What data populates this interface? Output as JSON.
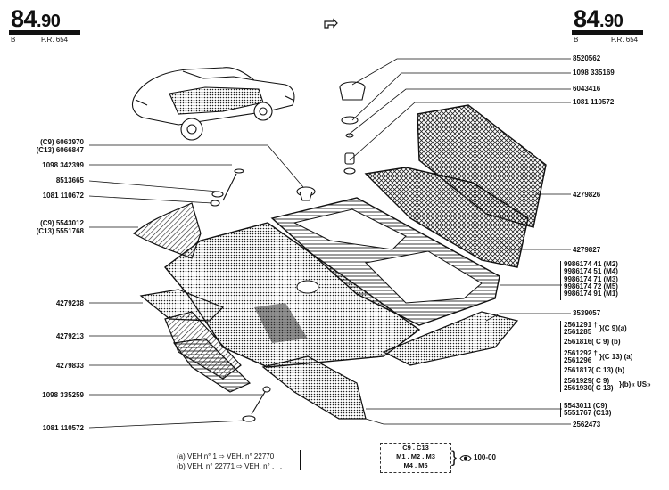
{
  "header": {
    "left": {
      "page_main": "84",
      "page_sub": "90",
      "letter": "B",
      "pr": "P.R. 654"
    },
    "right": {
      "page_main": "84",
      "page_sub": "90",
      "letter": "B",
      "pr": "P.R. 654"
    }
  },
  "pointer_icon": "hand-pointer-icon",
  "right_refs": {
    "r1": "8520562",
    "r2": "1098  335169",
    "r3": "6043416",
    "r4": "1081  110572",
    "r5": "4279826",
    "r6": "4279827",
    "r7": "3539057",
    "r8": "2562473"
  },
  "right_group_m": [
    "9986174  41 (M2)",
    "9986174  51 (M4)",
    "9986174  71 (M3)",
    "9986174  72 (M5)",
    "9986174  91 (M1)"
  ],
  "right_group_c": {
    "a1": "2561291",
    "a2": "2561285",
    "a_tag": "(C 9)(a)",
    "b": "2561816( C 9) (b)",
    "c1": "2561292",
    "c2": "2561296",
    "c_tag": "(C 13) (a)",
    "d": "2561817( C 13) (b)",
    "e1": "2561929( C  9)",
    "e2": "2561930( C 13)",
    "e_tag": "(b)« US»",
    "dagger": "†"
  },
  "right_group_s": [
    "5543011 (C9)",
    "5551767 (C13)"
  ],
  "left_refs": {
    "l1a": "(C9) 6063970",
    "l1b": "(C13) 6066847",
    "l2": "1098  342399",
    "l3": "8513665",
    "l4": "1081  110672",
    "l5a": "(C9) 5543012",
    "l5b": "(C13) 5551768",
    "l6": "4279238",
    "l7": "4279213",
    "l8": "4279833",
    "l9": "1098  335259",
    "l10": "1081  110572"
  },
  "legend": {
    "a_tag": "(a)",
    "a_text": "VEH n°       1 ⇨ VEH. n° 22770",
    "b_tag": "(b)",
    "b_text": "VEH. n° 22771 ⇨ VEH. n° . . ."
  },
  "applicability": {
    "row1": "C9 . C13",
    "row2": "M1 . M2 . M3",
    "row3": "M4 . M5",
    "code": "100-00",
    "eye_icon": "eye-icon"
  }
}
